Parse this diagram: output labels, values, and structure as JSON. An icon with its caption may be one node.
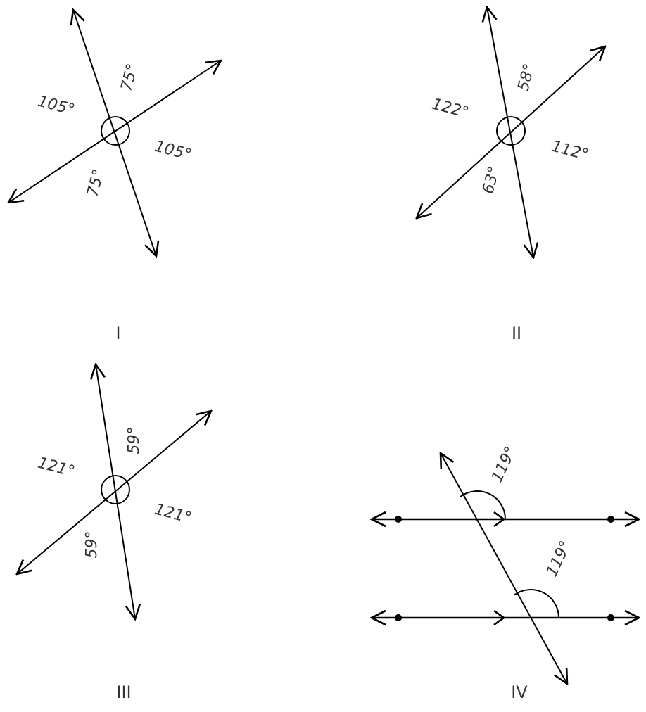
{
  "diagram": {
    "labels": [
      "75°",
      "105°",
      "105°",
      "75°",
      "I",
      "58°",
      "122°",
      "112°",
      "63°",
      "II",
      "59°",
      "121°",
      "121°",
      "59°",
      "III",
      "119°",
      "119°",
      "IV"
    ]
  }
}
